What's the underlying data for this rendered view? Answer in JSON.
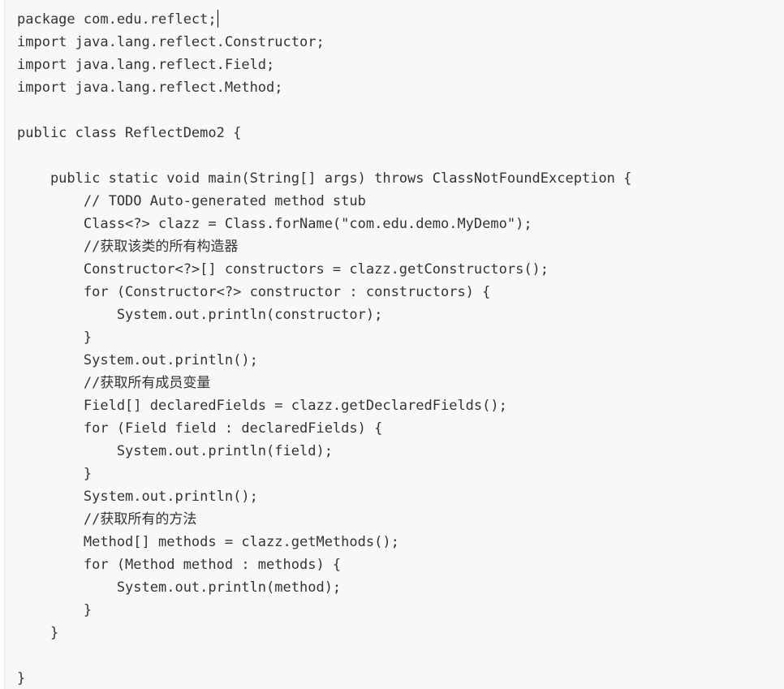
{
  "editor": {
    "language": "java",
    "background": "#f8f8f8",
    "text_color": "#333333",
    "cursor_line": 0,
    "lines": [
      "package com.edu.reflect;",
      "import java.lang.reflect.Constructor;",
      "import java.lang.reflect.Field;",
      "import java.lang.reflect.Method;",
      "",
      "public class ReflectDemo2 {",
      "",
      "    public static void main(String[] args) throws ClassNotFoundException {",
      "        // TODO Auto-generated method stub",
      "        Class<?> clazz = Class.forName(\"com.edu.demo.MyDemo\");",
      "        //获取该类的所有构造器",
      "        Constructor<?>[] constructors = clazz.getConstructors();",
      "        for (Constructor<?> constructor : constructors) {",
      "            System.out.println(constructor);",
      "        }",
      "        System.out.println();",
      "        //获取所有成员变量",
      "        Field[] declaredFields = clazz.getDeclaredFields();",
      "        for (Field field : declaredFields) {",
      "            System.out.println(field);",
      "        }",
      "        System.out.println();",
      "        //获取所有的方法",
      "        Method[] methods = clazz.getMethods();",
      "        for (Method method : methods) {",
      "            System.out.println(method);",
      "        }",
      "    }",
      "",
      "}"
    ]
  }
}
